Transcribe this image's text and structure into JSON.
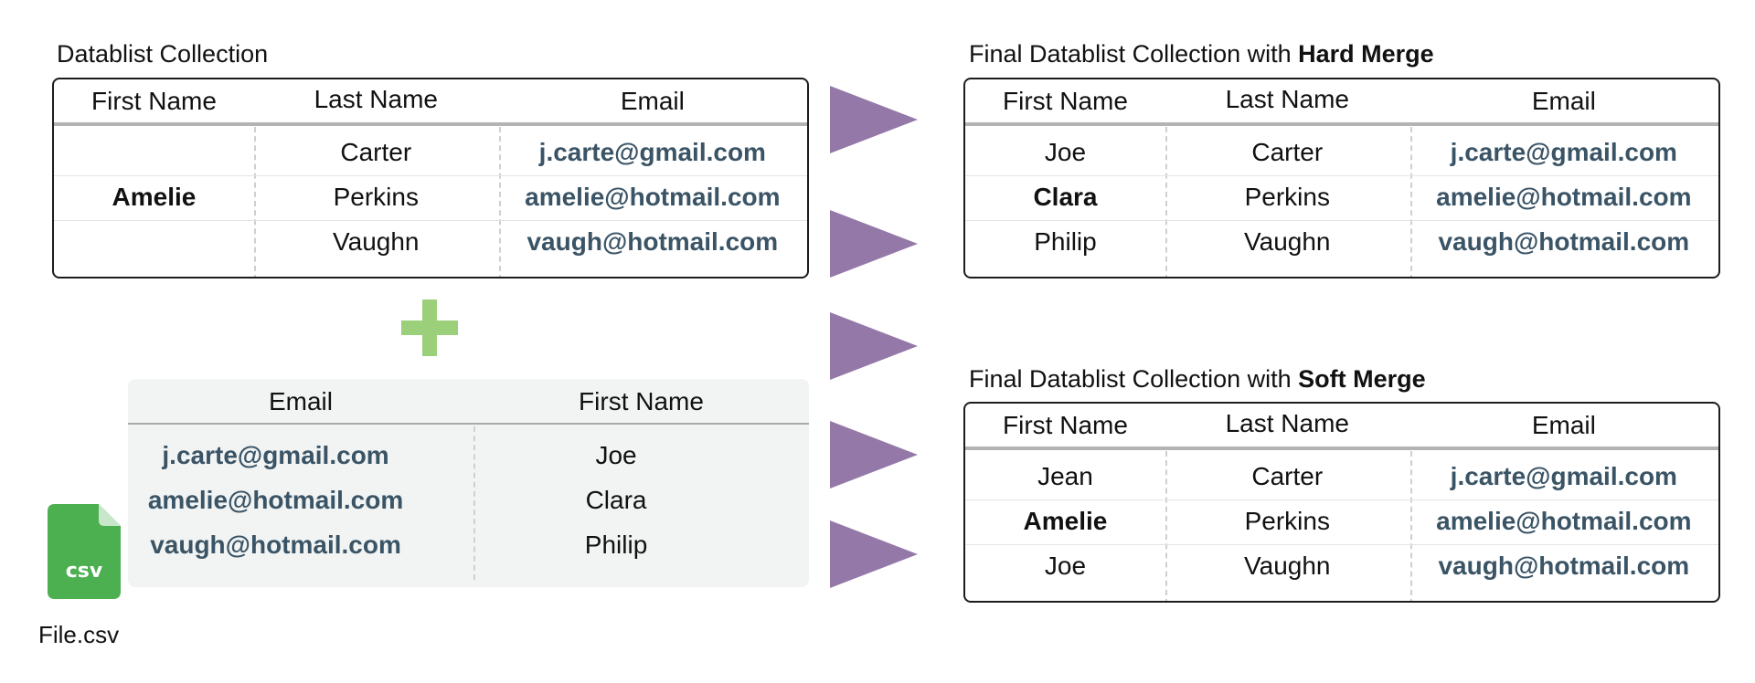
{
  "datablist": {
    "title": "Datablist Collection",
    "headers": [
      "First Name",
      "Last Name",
      "Email"
    ],
    "rows": [
      {
        "first": "",
        "last": "Carter",
        "email": "j.carte@gmail.com"
      },
      {
        "first": "Amelie",
        "last": "Perkins",
        "email": "amelie@hotmail.com"
      },
      {
        "first": "",
        "last": "Vaughn",
        "email": "vaugh@hotmail.com"
      }
    ]
  },
  "csv": {
    "headers": [
      "Email",
      "First Name"
    ],
    "rows": [
      {
        "email": "j.carte@gmail.com",
        "first": "Joe"
      },
      {
        "email": "amelie@hotmail.com",
        "first": "Clara"
      },
      {
        "email": "vaugh@hotmail.com",
        "first": "Philip"
      }
    ],
    "icon_label": "csv",
    "file_name": "File.csv"
  },
  "hard_merge": {
    "title_prefix": "Final Datablist Collection with ",
    "title_bold": "Hard Merge",
    "headers": [
      "First Name",
      "Last Name",
      "Email"
    ],
    "rows": [
      {
        "first": "Joe",
        "last": "Carter",
        "email": "j.carte@gmail.com"
      },
      {
        "first": "Clara",
        "last": "Perkins",
        "email": "amelie@hotmail.com"
      },
      {
        "first": "Philip",
        "last": "Vaughn",
        "email": "vaugh@hotmail.com"
      }
    ]
  },
  "soft_merge": {
    "title_prefix": "Final Datablist Collection with ",
    "title_bold": "Soft Merge",
    "headers": [
      "First Name",
      "Last Name",
      "Email"
    ],
    "rows": [
      {
        "first": "Jean",
        "last": "Carter",
        "email": "j.carte@gmail.com"
      },
      {
        "first": "Amelie",
        "last": "Perkins",
        "email": "amelie@hotmail.com"
      },
      {
        "first": "Joe",
        "last": "Vaughn",
        "email": "vaugh@hotmail.com"
      }
    ]
  },
  "colors": {
    "arrow": "#9479a8",
    "plus": "#9ccf7a",
    "email_text": "#3a5466",
    "csv_icon": "#4caf50"
  },
  "icons": [
    "plus-icon",
    "csv-file-icon",
    "arrow-right-icon"
  ]
}
